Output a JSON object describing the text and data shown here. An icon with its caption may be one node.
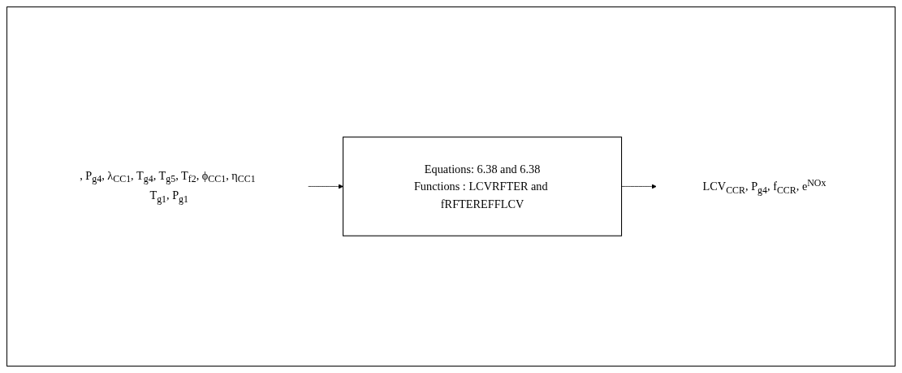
{
  "diagram": {
    "nodes": [
      {
        "text": [
          ", P$_{g4}$, λ$_{CC1}$, T$_{g4}$, T$_{g5}$, T$_{f2}$, ϕ$_{CC1}$, η$_{CC1}$ T$_{g1}$, P$_{g1}$"
        ]
      },
      {
        "text": [
          "Equations: 6.38 and 6.38",
          "Functions : LCVRFTER and fRFTEREFFLCV"
        ]
      },
      {
        "text": [
          "LCV$_{CCR}$, P$_{g4}$, f$_{CCR}$, e$^{NOx}$"
        ]
      }
    ],
    "edges": [
      {
        "from": 0,
        "to": 1,
        "arrow": "to"
      },
      {
        "from": 1,
        "to": 2,
        "arrow": "to"
      }
    ]
  }
}
